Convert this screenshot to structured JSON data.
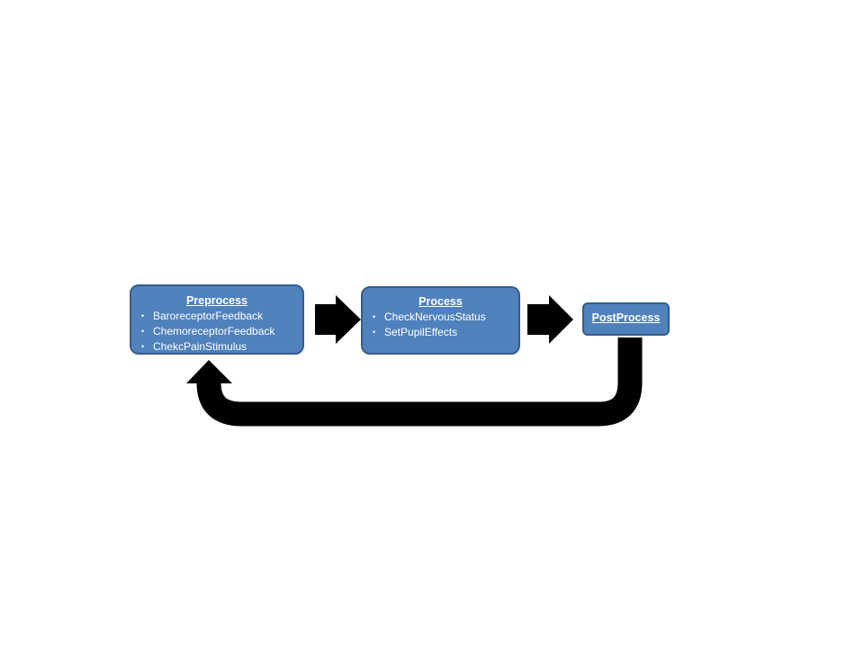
{
  "preprocess": {
    "title": "Preprocess",
    "items": [
      "BaroreceptorFeedback",
      "ChemoreceptorFeedback",
      "ChekcPainStimulus"
    ]
  },
  "process": {
    "title": "Process",
    "items": [
      "CheckNervousStatus",
      "SetPupilEffects"
    ]
  },
  "postprocess": {
    "title": "PostProcess"
  },
  "colors": {
    "box_fill": "#4f81bd",
    "box_border": "#385d8a",
    "arrow": "#000000",
    "text": "#ffffff"
  }
}
